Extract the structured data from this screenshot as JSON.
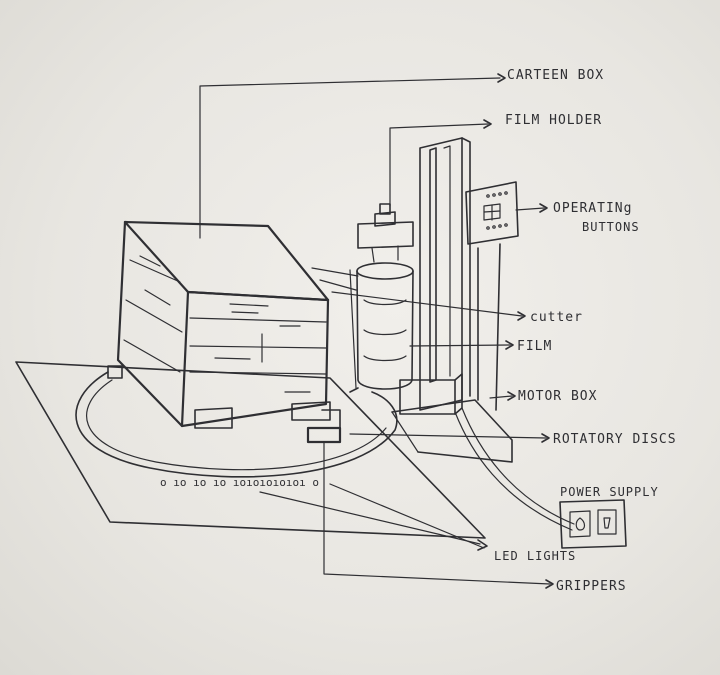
{
  "labels": {
    "carteen_box": "CARTEEN BOX",
    "film_holder": "FILM HOLDER",
    "operating_line1": "OPERATINg",
    "operating_line2": "BUTTONS",
    "cutter": "cutter",
    "film": "FILM",
    "motor_box": "MOTOR BOX",
    "rotatory_discs": "ROTATORY DISCS",
    "power_supply": "POWER SUPPLY",
    "led_lights": "LED LIGHTS",
    "grippers": "GRIPPERS"
  },
  "colors": {
    "ink": "#2f2f33",
    "paper": "#efede9"
  }
}
